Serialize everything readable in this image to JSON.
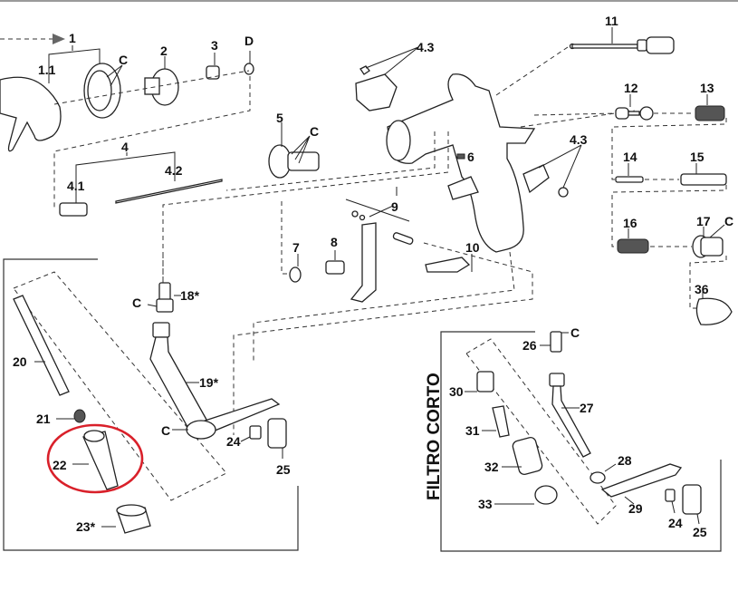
{
  "diagram": {
    "type": "exploded-parts-diagram",
    "subject": "spray gun",
    "labels": {
      "p1": "1",
      "p1_1": "1.1",
      "p2": "2",
      "p3": "3",
      "pD": "D",
      "pC_cap": "C",
      "p4": "4",
      "p4_1": "4.1",
      "p4_2": "4.2",
      "p4_3a": "4.3",
      "p4_3b": "4.3",
      "p5": "5",
      "pC5": "C",
      "p6": "6",
      "p7": "7",
      "p8": "8",
      "p9": "9",
      "p10": "10",
      "p11": "11",
      "p12": "12",
      "p13": "13",
      "p14": "14",
      "p15": "15",
      "p16": "16",
      "p17": "17",
      "pC17": "C",
      "p36": "36",
      "p18": "18*",
      "pC18": "C",
      "p19": "19*",
      "pC19": "C",
      "p20": "20",
      "p21": "21",
      "p22": "22",
      "p23": "23*",
      "p24a": "24",
      "p25a": "25",
      "p26": "26",
      "pC26": "C",
      "p27": "27",
      "p28": "28",
      "p29": "29",
      "p30": "30",
      "p31": "31",
      "p32": "32",
      "p33": "33",
      "p24b": "24",
      "p25b": "25"
    },
    "section_title": "FILTRO CORTO",
    "highlight": {
      "part": "22",
      "color": "#d9202a"
    }
  }
}
